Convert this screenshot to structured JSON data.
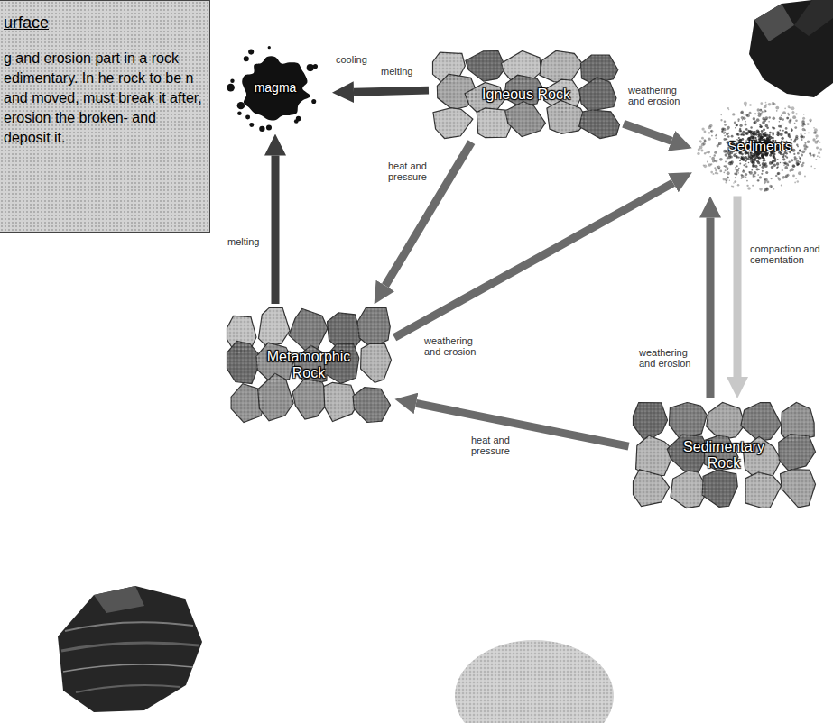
{
  "diagram": {
    "nodes": [
      {
        "text": [
          "urface",
          "g and erosion part in a rock edimentary. In he rock to be n and moved, must break it after, erosion the broken- and deposit it."
        ]
      },
      {
        "text": [
          "magma"
        ]
      },
      {
        "text": [
          "Igneous Rock"
        ]
      },
      {
        "text": [
          "Sediments"
        ]
      },
      {
        "text": [
          "Metamorphic Rock"
        ]
      },
      {
        "text": [
          "Sedimentary Rock"
        ]
      }
    ],
    "edges": [
      {
        "from": 2,
        "to": 1,
        "label": "melting",
        "arrow": "to"
      },
      {
        "from": 2,
        "to": 4,
        "label": "heat and pressure",
        "arrow": "to"
      },
      {
        "from": 2,
        "to": 3,
        "label": "weathering and erosion",
        "arrow": "to"
      },
      {
        "from": 4,
        "to": 1,
        "label": "melting",
        "arrow": "to"
      },
      {
        "from": 4,
        "to": 3,
        "label": "weathering and erosion",
        "arrow": "to"
      },
      {
        "from": 5,
        "to": 3,
        "label": "weathering and erosion",
        "arrow": "to"
      },
      {
        "from": 3,
        "to": 5,
        "label": "compaction and cementation",
        "arrow": "to"
      },
      {
        "from": 5,
        "to": 4,
        "label": "heat and pressure",
        "arrow": "to"
      }
    ],
    "labels": [
      "cooling"
    ]
  }
}
